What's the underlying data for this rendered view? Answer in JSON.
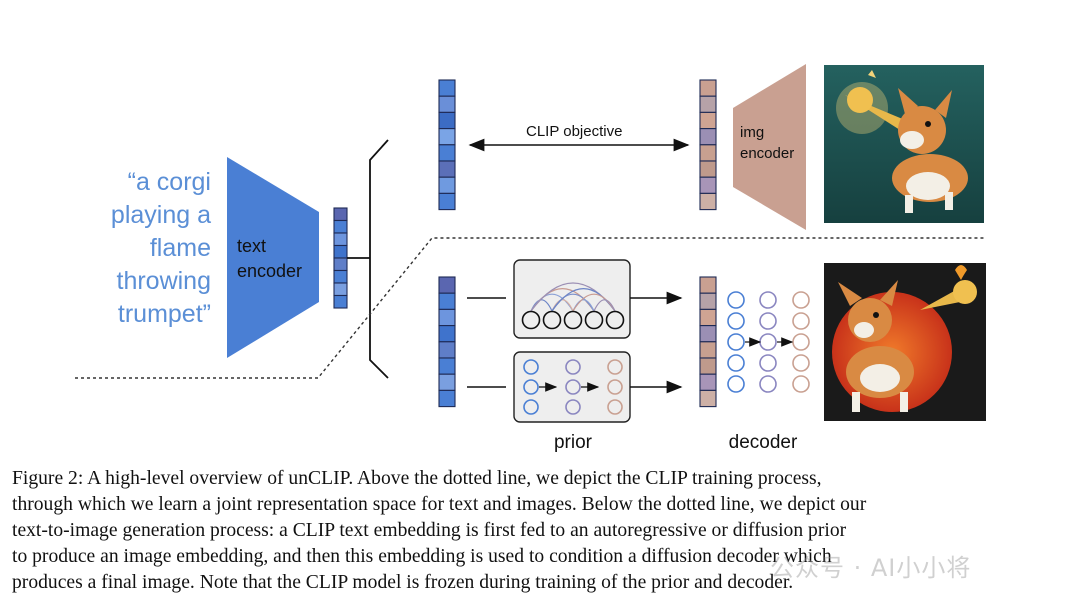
{
  "prompt_lines": [
    "“a corgi",
    "playing a",
    "flame",
    "throwing",
    "trumpet”"
  ],
  "text_encoder_label": [
    "text",
    "encoder"
  ],
  "img_encoder_label": [
    "img",
    "encoder"
  ],
  "clip_objective_label": "CLIP objective",
  "prior_label": "prior",
  "decoder_label": "decoder",
  "caption_lines": [
    "Figure 2: A high-level overview of unCLIP. Above the dotted line, we depict the CLIP training process,",
    "through which we learn a joint representation space for text and images. Below the dotted line, we depict our",
    "text-to-image generation process: a CLIP text embedding is first fed to an autoregressive or diffusion prior",
    "to produce an image embedding, and then this embedding is used to condition a diffusion decoder which",
    "produces a final image. Note that the CLIP model is frozen during training of the prior and decoder."
  ],
  "watermark": "公众号 · AI小小将",
  "colors": {
    "prompt_text": "#5b8fd6",
    "text_encoder": "#4a7fd4",
    "img_encoder": "#c9a091",
    "image_bg_top": "#1f5a5c",
    "image_bg_bottom": "#1a1a1a"
  }
}
